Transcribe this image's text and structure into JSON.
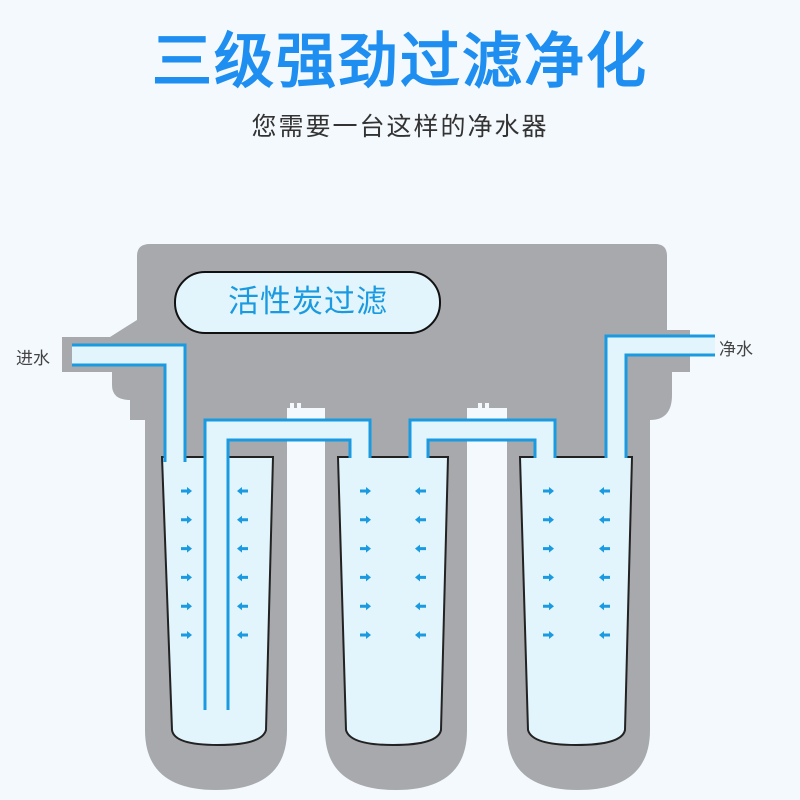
{
  "header": {
    "title": "三级强劲过滤净化",
    "subtitle": "您需要一台这样的净水器"
  },
  "diagram": {
    "stage_label": "活性炭过滤",
    "inlet_label": "进水",
    "outlet_label": "净水",
    "arrow_rows": 6,
    "colors": {
      "accent": "#1e8ef0",
      "pipe": "#1a9ae0",
      "water": "#e2f4fc",
      "housing": "#a7a9ac"
    }
  }
}
